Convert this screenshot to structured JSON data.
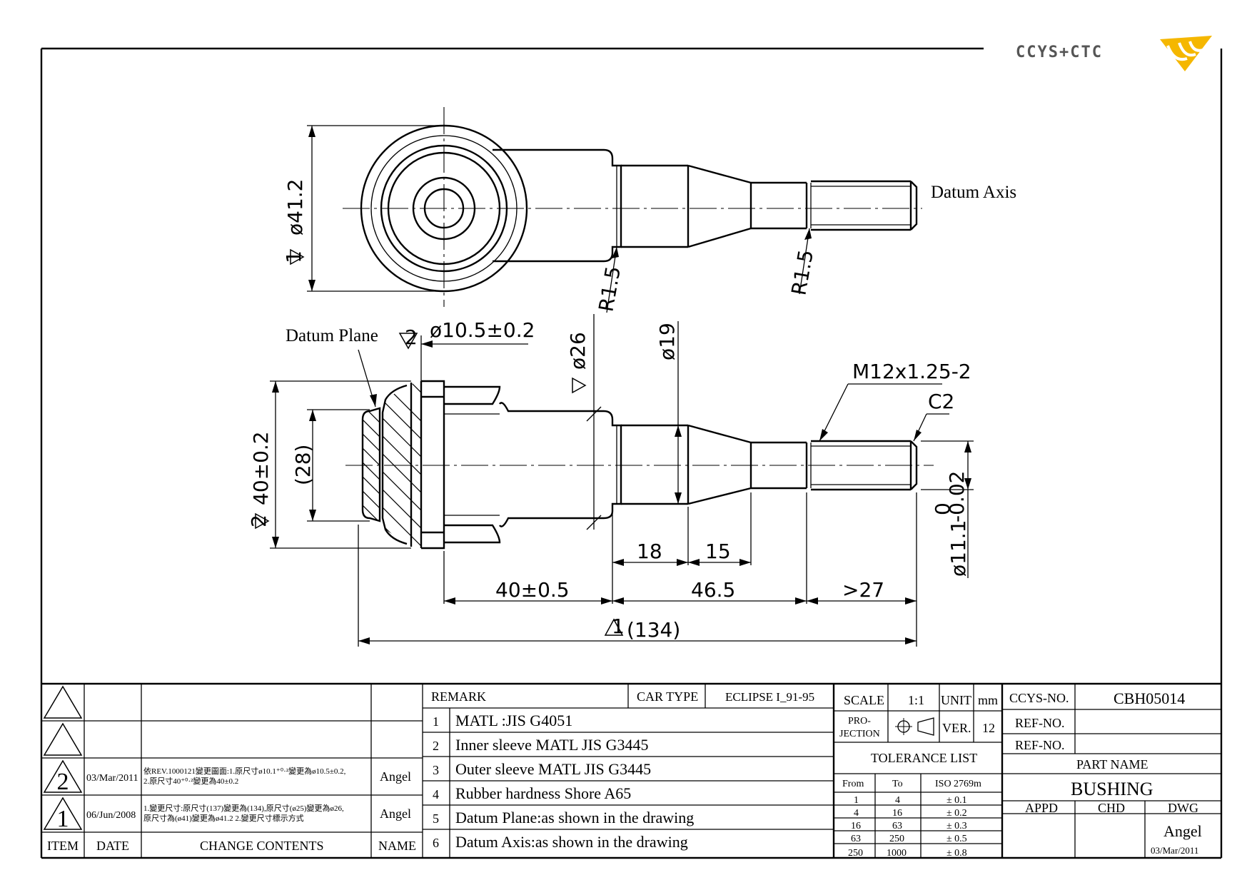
{
  "company_logo": "CCYS+CTC",
  "labels": {
    "datum_axis": "Datum Axis",
    "datum_plane": "Datum Plane"
  },
  "dimensions": {
    "dia_41_2": "ø41.2",
    "r1_5_a": "R1.5",
    "r1_5_b": "R1.5",
    "dia_10_5": "ø10.5±0.2",
    "dia_26": "ø26",
    "dia_19": "ø19",
    "thread": "M12x1.25-2",
    "chamfer": "C2",
    "dia_40": "40±0.2",
    "dia_28": "(28)",
    "len_18": "18",
    "len_15": "15",
    "len_40": "40±0.5",
    "len_46_5": "46.5",
    "len_27": ">27",
    "len_134": "(134)",
    "dia_11_1": "ø11.1",
    "dia_11_1_tol_upper": "0",
    "dia_11_1_tol_lower": "-0.02",
    "rev_mark_1": "1",
    "rev_mark_2": "2"
  },
  "revisions": {
    "rows": [
      {
        "item": "",
        "date": "",
        "contents": "",
        "name": ""
      },
      {
        "item": "",
        "date": "",
        "contents": "",
        "name": ""
      },
      {
        "item": "2",
        "date": "03/Mar/2011",
        "contents_line1": "依REV.1000121變更圖面:1.原尺寸ø10.1⁺⁰·²變更為ø10.5±0.2,",
        "contents_line2": "2.原尺寸40⁺⁰·²變更為40±0.2",
        "name": "Angel"
      },
      {
        "item": "1",
        "date": "06/Jun/2008",
        "contents_line1": "1.變更尺寸:原尺寸(137)變更為(134),原尺寸(ø25)變更為ø26,",
        "contents_line2": "原尺寸為(ø41)變更為ø41.2 2.變更尺寸標示方式",
        "name": "Angel"
      }
    ],
    "headers": {
      "item": "ITEM",
      "date": "DATE",
      "contents": "CHANGE CONTENTS",
      "name": "NAME"
    }
  },
  "remarks": {
    "header": "REMARK",
    "car_type_label": "CAR TYPE",
    "car_type_value": "ECLIPSE I_91-95",
    "items": [
      {
        "no": "1",
        "text": "MATL :JIS G4051"
      },
      {
        "no": "2",
        "text": "Inner sleeve MATL JIS G3445"
      },
      {
        "no": "3",
        "text": "Outer sleeve MATL JIS G3445"
      },
      {
        "no": "4",
        "text": "Rubber hardness Shore A65"
      },
      {
        "no": "5",
        "text": "Datum Plane:as shown in the drawing"
      },
      {
        "no": "6",
        "text": "Datum Axis:as shown in the drawing"
      }
    ]
  },
  "specs": {
    "scale_label": "SCALE",
    "scale_value": "1:1",
    "unit_label": "UNIT",
    "unit_value": "mm",
    "projection_label_1": "PRO-",
    "projection_label_2": "JECTION",
    "ver_label": "VER.",
    "ver_value": "12",
    "tolerance_title": "TOLERANCE LIST",
    "tol_headers": {
      "from": "From",
      "to": "To",
      "iso": "ISO 2769m"
    },
    "tolerances": [
      {
        "from": "1",
        "to": "4",
        "tol": "± 0.1"
      },
      {
        "from": "4",
        "to": "16",
        "tol": "± 0.2"
      },
      {
        "from": "16",
        "to": "63",
        "tol": "± 0.3"
      },
      {
        "from": "63",
        "to": "250",
        "tol": "± 0.5"
      },
      {
        "from": "250",
        "to": "1000",
        "tol": "± 0.8"
      }
    ]
  },
  "title_block": {
    "ccys_no_label": "CCYS-NO.",
    "ccys_no_value": "CBH05014",
    "ref_no_label_1": "REF-NO.",
    "ref_no_label_2": "REF-NO.",
    "part_name_label": "PART NAME",
    "part_name_value": "BUSHING",
    "appd_label": "APPD",
    "chd_label": "CHD",
    "dwg_label": "DWG",
    "dwg_name": "Angel",
    "dwg_date": "03/Mar/2011"
  }
}
